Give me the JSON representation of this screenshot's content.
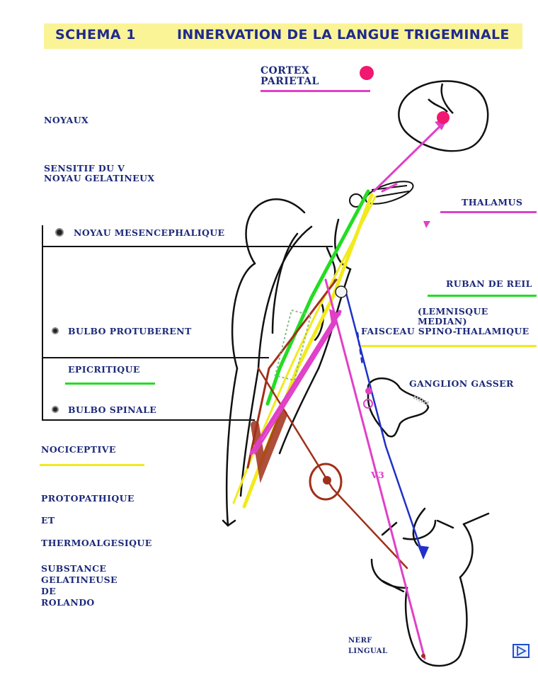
{
  "title": {
    "left": "SCHEMA 1",
    "right": "INNERVATION DE LA LANGUE TRIGEMINALE"
  },
  "labels": {
    "cortex": [
      "CORTEX",
      "PARIETAL"
    ],
    "noyaux": "NOYAUX",
    "sensitif": [
      "SENSITIF DU V",
      "NOYAU GELATINEUX"
    ],
    "mesencephalique": "NOYAU MESENCEPHALIQUE",
    "bulbo_protuberent": "BULBO PROTUBERENT",
    "epicritique": "EPICRITIQUE",
    "bulbo_spinale": "BULBO SPINALE",
    "nociceptive": "NOCICEPTIVE",
    "protopathique": "PROTOPATHIQUE",
    "et": "ET",
    "thermoalgesique": "THERMOALGESIQUE",
    "substance": [
      "SUBSTANCE",
      "GELATINEUSE",
      "DE",
      "ROLANDO"
    ],
    "thalamus": "THALAMUS",
    "ruban": "RUBAN DE REIL",
    "lemnisque": "(LEMNISQUE MEDIAN)",
    "faisceau": "FAISCEAU SPINO-THALAMIQUE",
    "ganglion": "GANGLION GASSER",
    "v3": "V3",
    "nerf": [
      "NERF",
      "LINGUAL"
    ]
  },
  "colors": {
    "title_bg": "#fbf497",
    "title_text": "#1f2a8c",
    "label_text": "#1d2a7a",
    "magenta": "#e040c8",
    "green": "#22dd22",
    "yellow": "#f2ea1e",
    "brown": "#a0301a",
    "blue": "#2030c8",
    "pink_dot": "#f01870"
  },
  "icons": {
    "nav": "play-next-icon"
  }
}
